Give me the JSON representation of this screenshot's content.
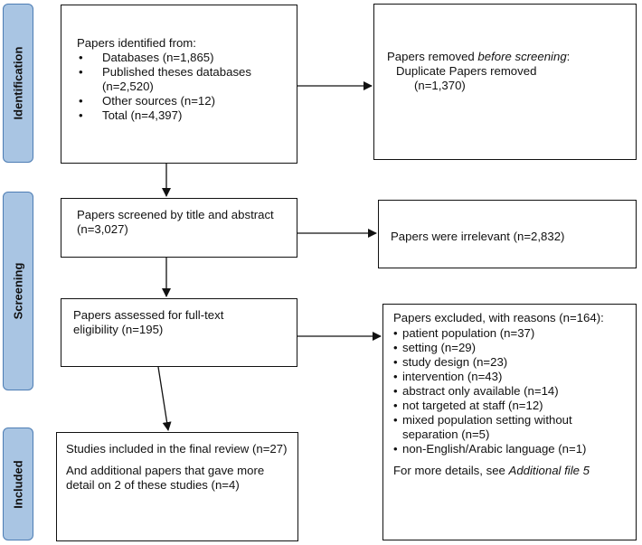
{
  "phases": {
    "identification": "Identification",
    "screening": "Screening",
    "included": "Included"
  },
  "identified": {
    "heading": "Papers identified from:",
    "items": [
      "Databases (n=1,865)",
      "Published theses databases (n=2,520)",
      "Other sources (n=12)",
      "Total (n=4,397)"
    ]
  },
  "removed": {
    "heading_pre": "Papers removed ",
    "heading_em": "before screening",
    "heading_post": ":",
    "line1": "Duplicate Papers removed",
    "line2": "(n=1,370)"
  },
  "screened": {
    "text": "Papers screened by title and abstract (n=3,027)"
  },
  "irrelevant": {
    "text": "Papers were irrelevant (n=2,832)"
  },
  "assessed": {
    "text": "Papers assessed for full-text eligibility (n=195)"
  },
  "excluded": {
    "heading": "Papers excluded, with reasons (n=164):",
    "items": [
      "patient population (n=37)",
      "setting (n=29)",
      "study design (n=23)",
      "intervention (n=43)",
      "abstract only available (n=14)",
      "not targeted at staff (n=12)",
      "mixed population setting without separation (n=5)",
      "non-English/Arabic language (n=1)"
    ],
    "footer_pre": "For more details, see ",
    "footer_em": "Additional file 5"
  },
  "included": {
    "line1": "Studies included in the final review (n=27)",
    "line2": "And additional papers that gave more detail on 2 of these studies (n=4)"
  }
}
